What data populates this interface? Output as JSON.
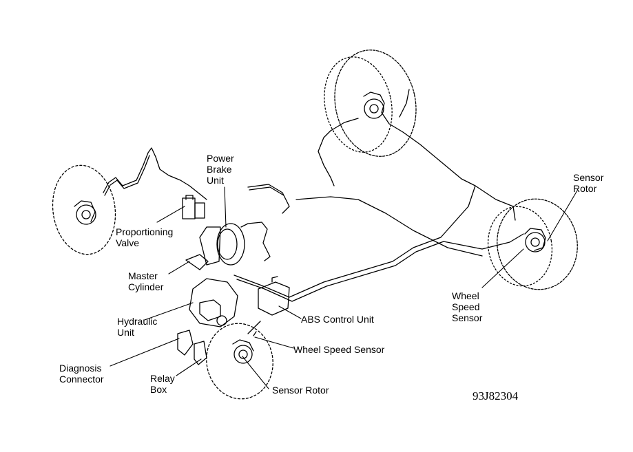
{
  "labels": {
    "power_brake_unit": [
      "Power",
      "Brake",
      "Unit"
    ],
    "sensor_rotor_rear": [
      "Sensor",
      "Rotor"
    ],
    "proportioning_valve": [
      "Proportioning",
      "Valve"
    ],
    "master_cylinder": [
      "Master",
      "Cylinder"
    ],
    "hydraulic_unit": [
      "Hydraulic",
      "Unit"
    ],
    "abs_control_unit": "ABS Control Unit",
    "wheel_speed_sensor_rear": [
      "Wheel",
      "Speed",
      "Sensor"
    ],
    "wheel_speed_sensor_front": "Wheel Speed Sensor",
    "diagnosis_connector": [
      "Diagnosis",
      "Connector"
    ],
    "relay_box": [
      "Relay",
      "Box"
    ],
    "sensor_rotor_front": "Sensor Rotor"
  },
  "figure_id": "93J82304"
}
